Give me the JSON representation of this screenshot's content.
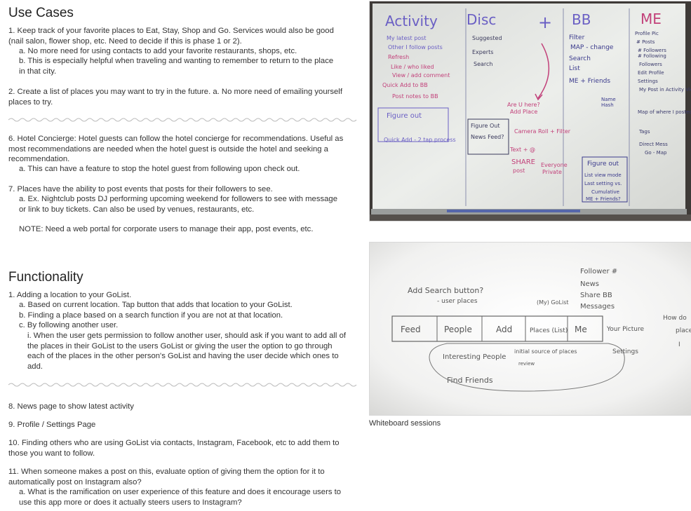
{
  "use_cases": {
    "title": "Use Cases",
    "item1": "1. Keep track of your favorite places to Eat, Stay, Shop and Go. Services would also be good (nail salon, flower shop, etc. Need to decide if this is phase 1 or 2).",
    "item1a": "a. No more need for using contacts to add your favorite restaurants, shops, etc.",
    "item1b": "b. This is especially helpful when traveling and wanting to remember to return to the place in that city.",
    "item2": "2. Create a list of places you may want to try in the future. a. No more need of emailing yourself places to try.",
    "item6": "6. Hotel Concierge: Hotel guests can follow the hotel concierge for recommendations. Useful as most recommendations are needed when the hotel guest is outside the hotel and seeking a recommendation.",
    "item6a": "a. This can have a feature to stop the hotel guest from following upon check out.",
    "item7": "7. Places have the ability to post events that posts for their followers to see.",
    "item7a": "a. Ex. Nightclub posts DJ performing upcoming weekend for followers to see with message or link to buy tickets. Can also be used by venues, restaurants, etc.",
    "note": "NOTE: Need a web portal for corporate users to manage their app, post events, etc."
  },
  "functionality": {
    "title": "Functionality",
    "item1": "1. Adding a location to your GoList.",
    "item1a": "a. Based on current location. Tap button that adds that location to your GoList.",
    "item1b": "b. Finding a place based on a search function if you are not at that location.",
    "item1c": "c. By following another user.",
    "item1ci": "i. When the user gets permission to follow another user, should ask if you want to add all of the places in their GoList to the users GoList or giving the user the option to go through each of the places in the other person's GoList and having the user decide which ones to add.",
    "item8": "8. News page to show latest activity",
    "item9": "9. Profile / Settings Page",
    "item10": "10. Finding others who are using GoList via contacts, Instagram, Facebook, etc to add them to those you want to follow.",
    "item11": "11. When someone makes a post on this, evaluate option of giving them the option for it to automatically post on Instagram also?",
    "item11a": "a. What is the ramification on user experience of this feature and does it encourage users to use this app more or does it actually steers users to Instagram?"
  },
  "whiteboard_top": {
    "headers": [
      "Activity",
      "Disc",
      "+",
      "BB",
      "ME"
    ],
    "activity": [
      "My latest post",
      "Other I follow posts",
      "Refresh",
      "Like / who liked",
      "View / add comment",
      "Quick Add to BB",
      "Post notes to BB",
      "Figure out",
      "Quick Add - 2 tap process"
    ],
    "disc": [
      "Suggested",
      "Experts",
      "Search",
      "Figure Out",
      "News Feed?",
      "Are U here?",
      "Add Place",
      "Camera Roll + Filter",
      "Text + @",
      "SHARE",
      "post",
      "Everyone",
      "Private"
    ],
    "bb": [
      "Filter",
      "MAP - change",
      "Search",
      "List",
      "ME + Friends",
      "Name",
      "Hash",
      "Figure out",
      "List view mode",
      "Last setting vs.",
      "Cumulative",
      "ME + Friends?"
    ],
    "me": [
      "Profile Pic",
      "# Posts",
      "# Followers",
      "# Following",
      "Followers",
      "Edit Profile",
      "Settings",
      "My Post in Activity View",
      "Map of where I posted",
      "Tags",
      "Direct Mess",
      "Go - Map"
    ]
  },
  "whiteboard_bottom": {
    "annotations": [
      "Add Search button?",
      "- user places",
      "Follower #",
      "News",
      "Share BB",
      "Messages",
      "(My) GoList",
      "How do",
      "place",
      "I"
    ],
    "tabs": [
      "Feed",
      "People",
      "Add",
      "Places (List)",
      "Me"
    ],
    "me_notes": [
      "Your Picture",
      "Settings"
    ],
    "below": [
      "Interesting People",
      "initial source of places",
      "review",
      "Find Friends"
    ]
  },
  "caption": "Whiteboard sessions"
}
